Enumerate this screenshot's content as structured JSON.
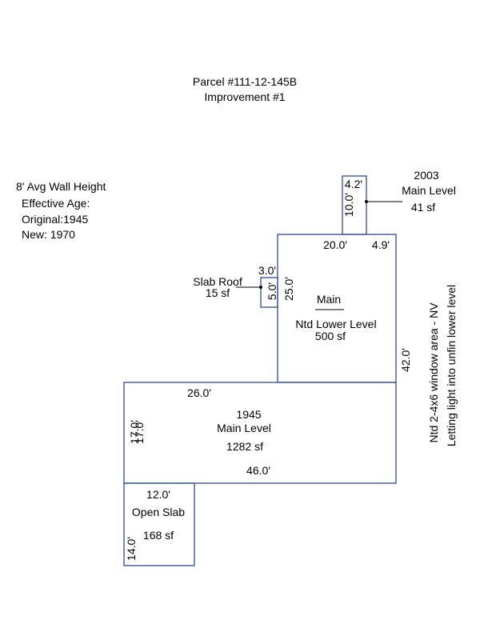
{
  "header": {
    "parcel": "Parcel #111-12-145B",
    "improvement": "Improvement #1"
  },
  "info": {
    "wall_height": "8' Avg Wall Height",
    "effective_age": "Effective Age:",
    "original": "Original:1945",
    "new": "New: 1970"
  },
  "areas": {
    "addition_2003": {
      "year": "2003",
      "name": "Main Level",
      "size": "41 sf",
      "dim_width": "4.2'",
      "dim_depth": "10.0'"
    },
    "main_lower": {
      "name": "Main",
      "note": "Ntd Lower Level",
      "size": "500 sf",
      "dim_top": "20.0'",
      "dim_top_right": "4.9'",
      "dim_left": "25.0'",
      "dim_right": "42.0'"
    },
    "slab_roof": {
      "name": "Slab Roof",
      "size": "15 sf",
      "dim_width": "3.0'",
      "dim_depth": "5.0'"
    },
    "main_1945": {
      "year": "1945",
      "name": "Main Level",
      "size": "1282 sf",
      "dim_top": "26.0'",
      "dim_bottom": "46.0'",
      "dim_left_a": "17.0'",
      "dim_left_b": "17.0'"
    },
    "open_slab": {
      "name": "Open Slab",
      "size": "168 sf",
      "dim_width": "12.0'",
      "dim_depth": "14.0'"
    }
  },
  "side_note": {
    "line1": "Ntd 2-4x6 window area - NV",
    "line2": "Letting light into unfin lower level"
  },
  "colors": {
    "wall_stroke": "#1f3d8a",
    "text": "#000000",
    "background": "#ffffff"
  }
}
